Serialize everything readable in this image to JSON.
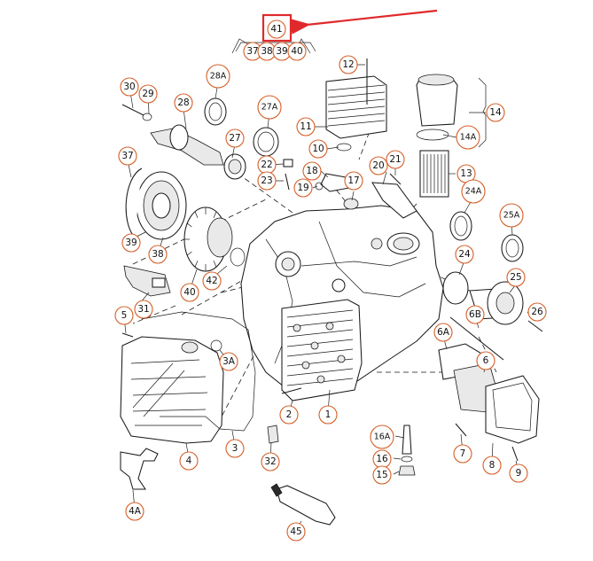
{
  "diagram": {
    "accent_color": "#e0292b",
    "callout_color": "#d4602a",
    "line_color": "#1a1a1a",
    "highlighted_callout": "41",
    "sub_callouts": [
      "37",
      "38",
      "39",
      "40"
    ],
    "callouts": [
      {
        "label": "41"
      },
      {
        "label": "37"
      },
      {
        "label": "38"
      },
      {
        "label": "39"
      },
      {
        "label": "40"
      },
      {
        "label": "12"
      },
      {
        "label": "14"
      },
      {
        "label": "14A"
      },
      {
        "label": "11"
      },
      {
        "label": "10"
      },
      {
        "label": "13"
      },
      {
        "label": "30"
      },
      {
        "label": "29"
      },
      {
        "label": "28"
      },
      {
        "label": "28A"
      },
      {
        "label": "27A"
      },
      {
        "label": "27"
      },
      {
        "label": "22"
      },
      {
        "label": "23"
      },
      {
        "label": "18"
      },
      {
        "label": "19"
      },
      {
        "label": "17"
      },
      {
        "label": "20"
      },
      {
        "label": "21"
      },
      {
        "label": "24A"
      },
      {
        "label": "25A"
      },
      {
        "label": "37"
      },
      {
        "label": "39"
      },
      {
        "label": "38"
      },
      {
        "label": "40"
      },
      {
        "label": "42"
      },
      {
        "label": "24"
      },
      {
        "label": "25"
      },
      {
        "label": "26"
      },
      {
        "label": "6B"
      },
      {
        "label": "31"
      },
      {
        "label": "5"
      },
      {
        "label": "3A"
      },
      {
        "label": "6A"
      },
      {
        "label": "6"
      },
      {
        "label": "4"
      },
      {
        "label": "3"
      },
      {
        "label": "2"
      },
      {
        "label": "1"
      },
      {
        "label": "16A"
      },
      {
        "label": "16"
      },
      {
        "label": "15"
      },
      {
        "label": "7"
      },
      {
        "label": "8"
      },
      {
        "label": "9"
      },
      {
        "label": "32"
      },
      {
        "label": "4A"
      },
      {
        "label": "45"
      }
    ]
  }
}
